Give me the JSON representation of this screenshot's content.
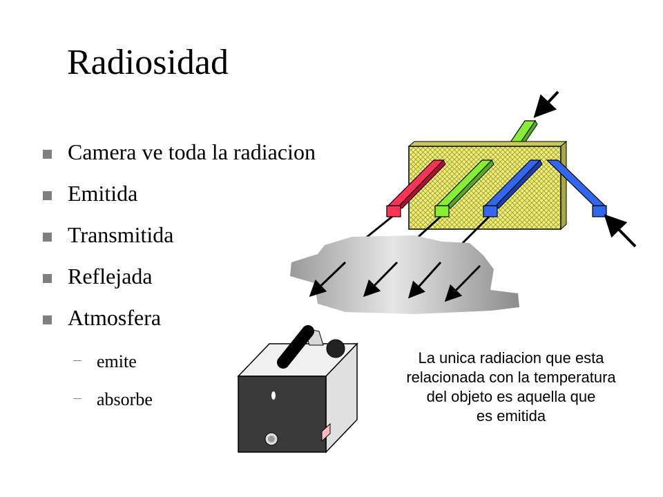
{
  "slide": {
    "title": "Radiosidad",
    "bullets": [
      {
        "text": "Camera ve toda la radiacion"
      },
      {
        "text": "Emitida"
      },
      {
        "text": "Transmitida"
      },
      {
        "text": "Reflejada"
      },
      {
        "text": "Atmosfera"
      }
    ],
    "sub_bullets": [
      {
        "text": "emite"
      },
      {
        "text": "absorbe"
      }
    ],
    "caption": {
      "lines": [
        "La unica radiacion que esta",
        "relacionada con la temperatura",
        "del objeto es aquella que",
        "es emitida"
      ]
    }
  },
  "colors": {
    "radiation_red": "#ff3355",
    "radiation_green": "#88ee33",
    "radiation_blue": "#3366ee",
    "object_yellow": "#eeee77",
    "bullet_marker": "#7f7f7f"
  }
}
